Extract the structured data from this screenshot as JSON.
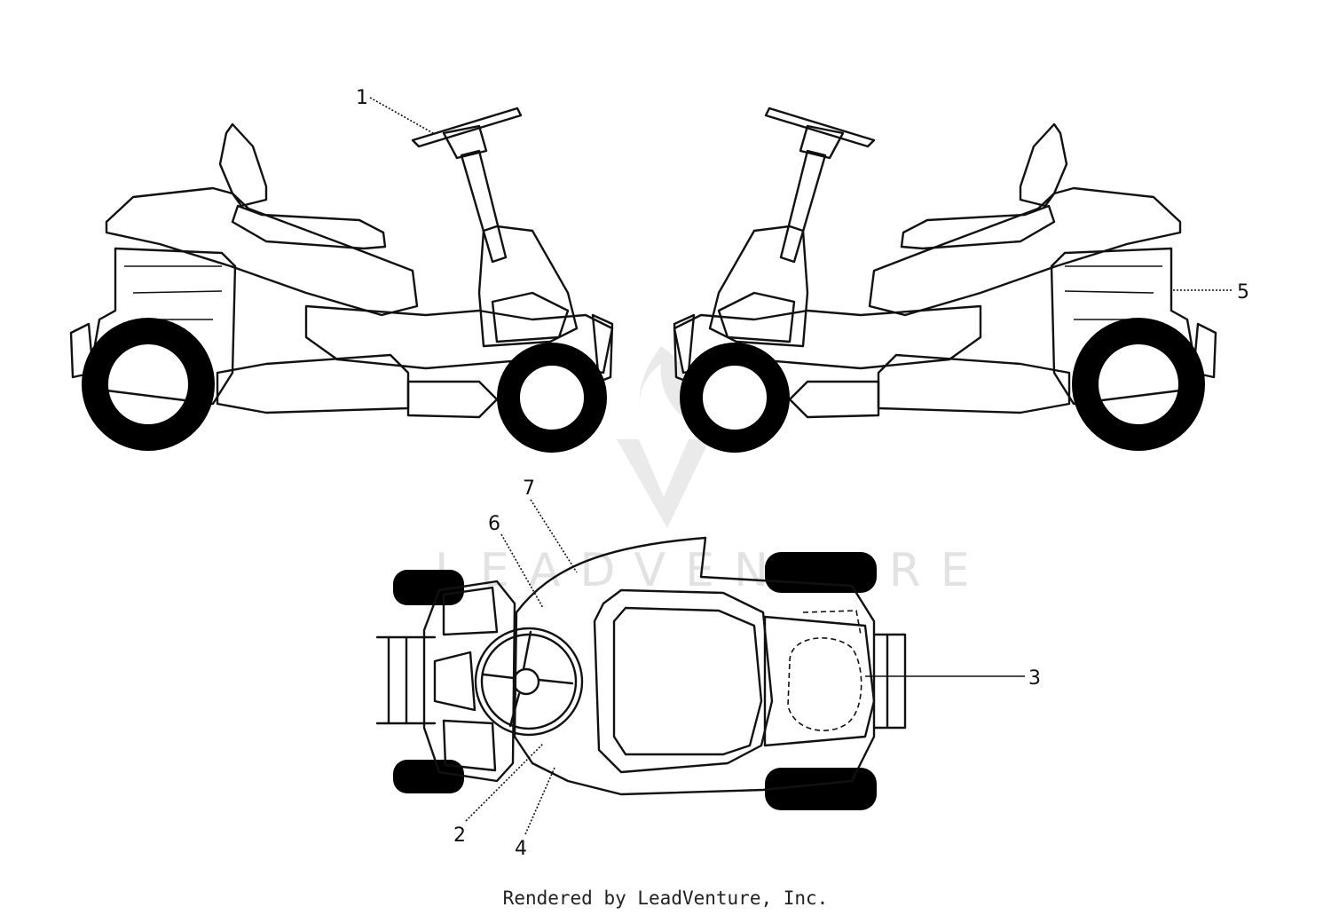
{
  "callouts": {
    "c1": "1",
    "c2": "2",
    "c3": "3",
    "c4": "4",
    "c5": "5",
    "c6": "6",
    "c7": "7"
  },
  "watermark": {
    "text": "LEADVENTURE"
  },
  "footer": {
    "credit": "Rendered by LeadVenture, Inc."
  },
  "icons": {
    "watermark_logo": "leadventure-flame-logo"
  }
}
